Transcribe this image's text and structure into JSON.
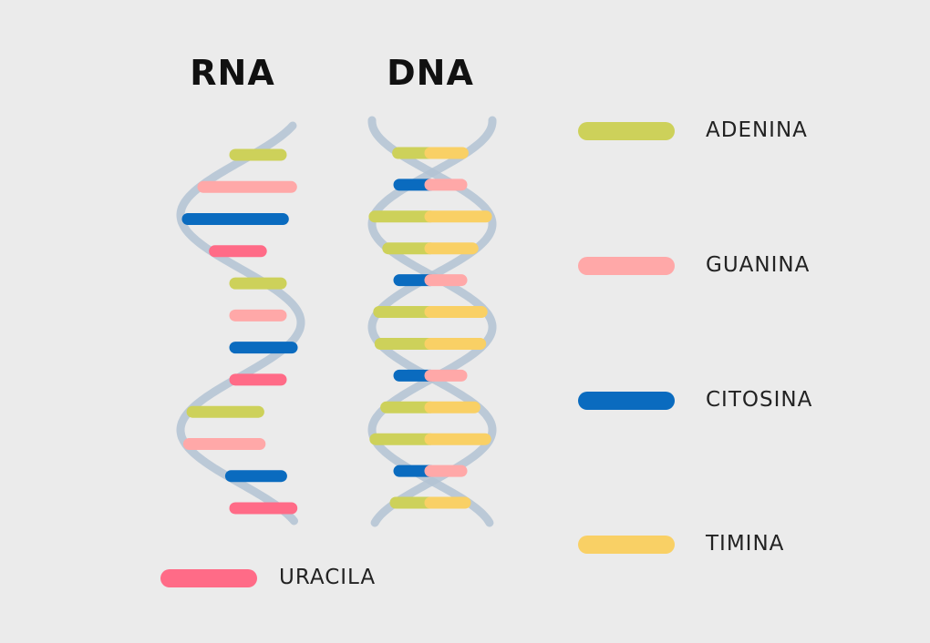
{
  "titles": {
    "rna": "RNA",
    "dna": "DNA"
  },
  "legend": [
    {
      "key": "adenina",
      "label": "ADENINA",
      "color": "#cdd15a"
    },
    {
      "key": "guanina",
      "label": "GUANINA",
      "color": "#ffa8a8"
    },
    {
      "key": "citosina",
      "label": "CITOSINA",
      "color": "#0a6bbf"
    },
    {
      "key": "timina",
      "label": "TIMINA",
      "color": "#f9d065"
    },
    {
      "key": "uracila",
      "label": "URACILA",
      "color": "#ff6b87"
    }
  ],
  "colors": {
    "background": "#ebebeb",
    "backbone": "#b3c3d3"
  },
  "rna_bases": [
    "adenina",
    "guanina",
    "citosina",
    "uracila",
    "adenina",
    "guanina",
    "citosina",
    "uracila",
    "adenina",
    "guanina",
    "citosina",
    "uracila"
  ],
  "dna_pairs": [
    [
      "adenina",
      "timina"
    ],
    [
      "citosina",
      "guanina"
    ],
    [
      "adenina",
      "timina"
    ],
    [
      "adenina",
      "timina"
    ],
    [
      "citosina",
      "guanina"
    ],
    [
      "adenina",
      "timina"
    ],
    [
      "adenina",
      "timina"
    ],
    [
      "citosina",
      "guanina"
    ],
    [
      "adenina",
      "timina"
    ],
    [
      "adenina",
      "timina"
    ],
    [
      "citosina",
      "guanina"
    ],
    [
      "adenina",
      "timina"
    ]
  ]
}
